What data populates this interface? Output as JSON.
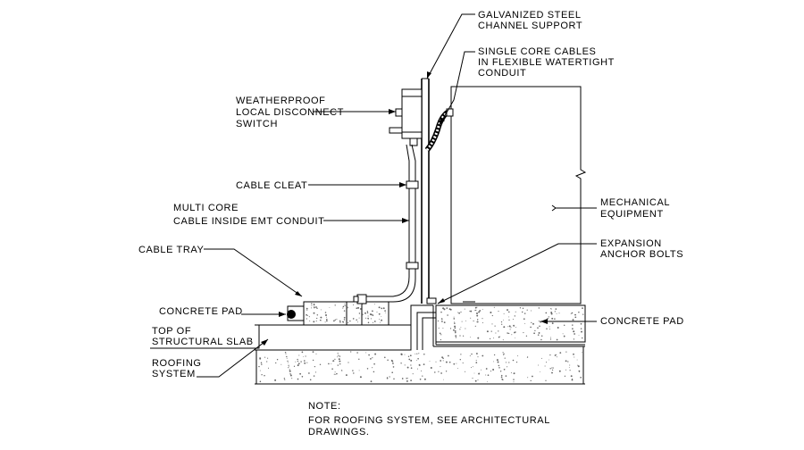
{
  "labels": {
    "channel_support": [
      "GALVANIZED STEEL",
      "CHANNEL SUPPORT"
    ],
    "single_core": [
      "SINGLE CORE CABLES",
      "IN FLEXIBLE WATERTIGHT",
      "CONDUIT"
    ],
    "disconnect": [
      "WEATHERPROOF",
      "LOCAL DISCONNECT",
      "SWITCH"
    ],
    "cable_cleat": "CABLE CLEAT",
    "multi_core": [
      "MULTI CORE",
      "CABLE INSIDE EMT CONDUIT"
    ],
    "cable_tray": "CABLE TRAY",
    "concrete_pad_left": "CONCRETE PAD",
    "structural_slab": [
      "TOP OF",
      "STRUCTURAL SLAB"
    ],
    "roofing": [
      "ROOFING",
      "SYSTEM"
    ],
    "mechanical": [
      "MECHANICAL",
      "EQUIPMENT"
    ],
    "anchor_bolts": [
      "EXPANSION",
      "ANCHOR BOLTS"
    ],
    "concrete_pad_right": "CONCRETE PAD",
    "note_title": "NOTE:",
    "note_body": [
      "FOR ROOFING SYSTEM, SEE ARCHITECTURAL",
      "DRAWINGS."
    ]
  }
}
